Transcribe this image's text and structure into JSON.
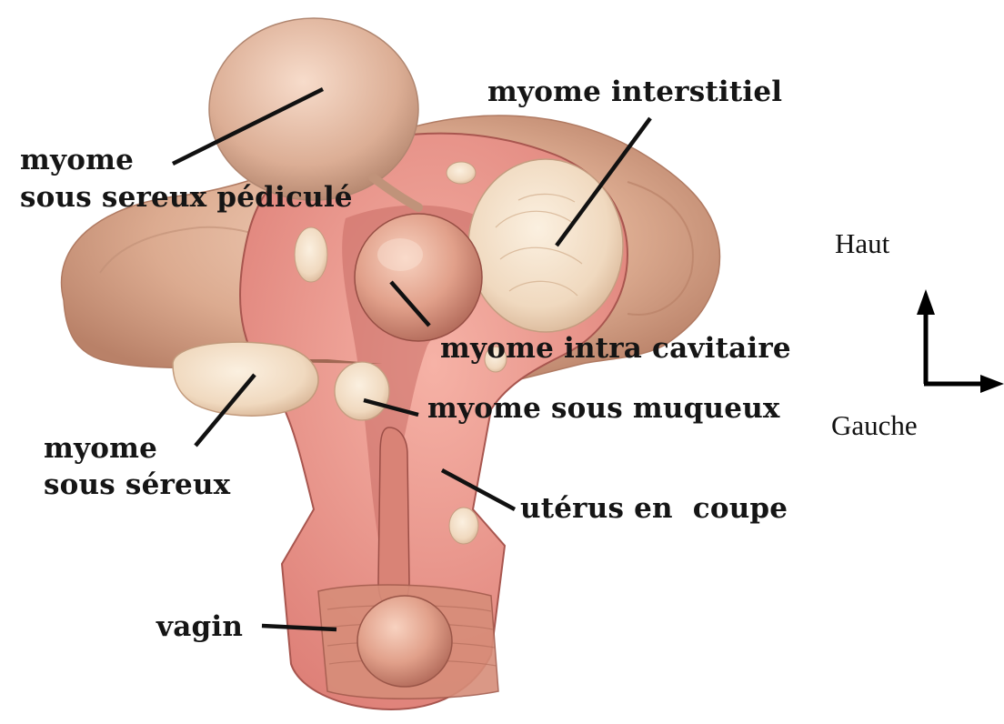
{
  "labels": {
    "sous_sereux_pedicule": [
      "myome",
      "sous sereux pédiculé"
    ],
    "interstitiel": "myome interstitiel",
    "intra_cavitaire": "myome intra cavitaire",
    "sous_muqueux": "myome sous muqueux",
    "sous_sereux": [
      "myome",
      "sous séreux"
    ],
    "uterus_coupe": "utérus en  coupe",
    "vagin": "vagin"
  },
  "orientation": {
    "up_label": "Haut",
    "right_label": "Gauche"
  },
  "colors": {
    "tissue_outer": "#d9a98e",
    "tissue_cut": "#e98e86",
    "myoma": "#f1dfc8",
    "label_text": "#151515",
    "leader_line": "#111111"
  }
}
